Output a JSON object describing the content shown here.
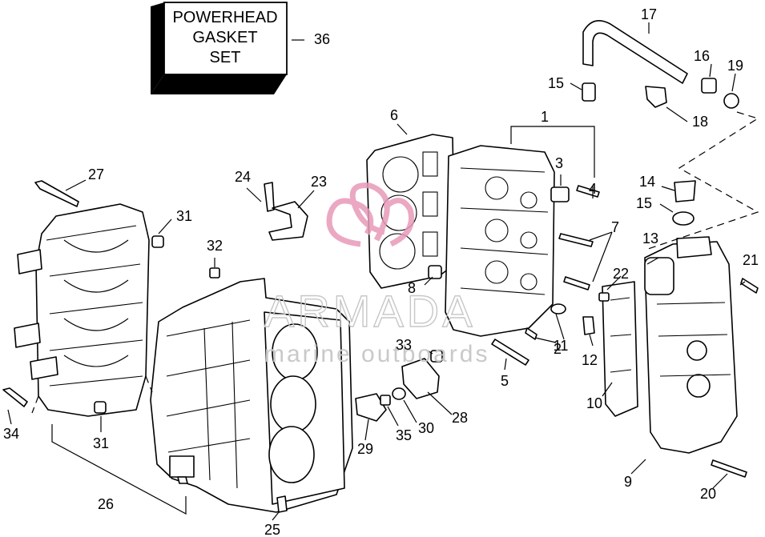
{
  "gasket_box": {
    "lines": [
      "POWERHEAD",
      "GASKET",
      "SET"
    ]
  },
  "watermark": {
    "brand": "ARMADA",
    "tagline": "marine outboards"
  },
  "colors": {
    "line": "#000000",
    "watermark_emblem": "#e89ab8",
    "watermark_text": "#c9c9c9"
  },
  "callouts": [
    "1",
    "2",
    "3",
    "4",
    "5",
    "6",
    "7",
    "8",
    "9",
    "10",
    "11",
    "12",
    "13",
    "14",
    "15",
    "15",
    "16",
    "17",
    "18",
    "19",
    "20",
    "21",
    "22",
    "23",
    "24",
    "25",
    "26",
    "27",
    "28",
    "29",
    "30",
    "31",
    "31",
    "32",
    "33",
    "34",
    "35",
    "36"
  ]
}
